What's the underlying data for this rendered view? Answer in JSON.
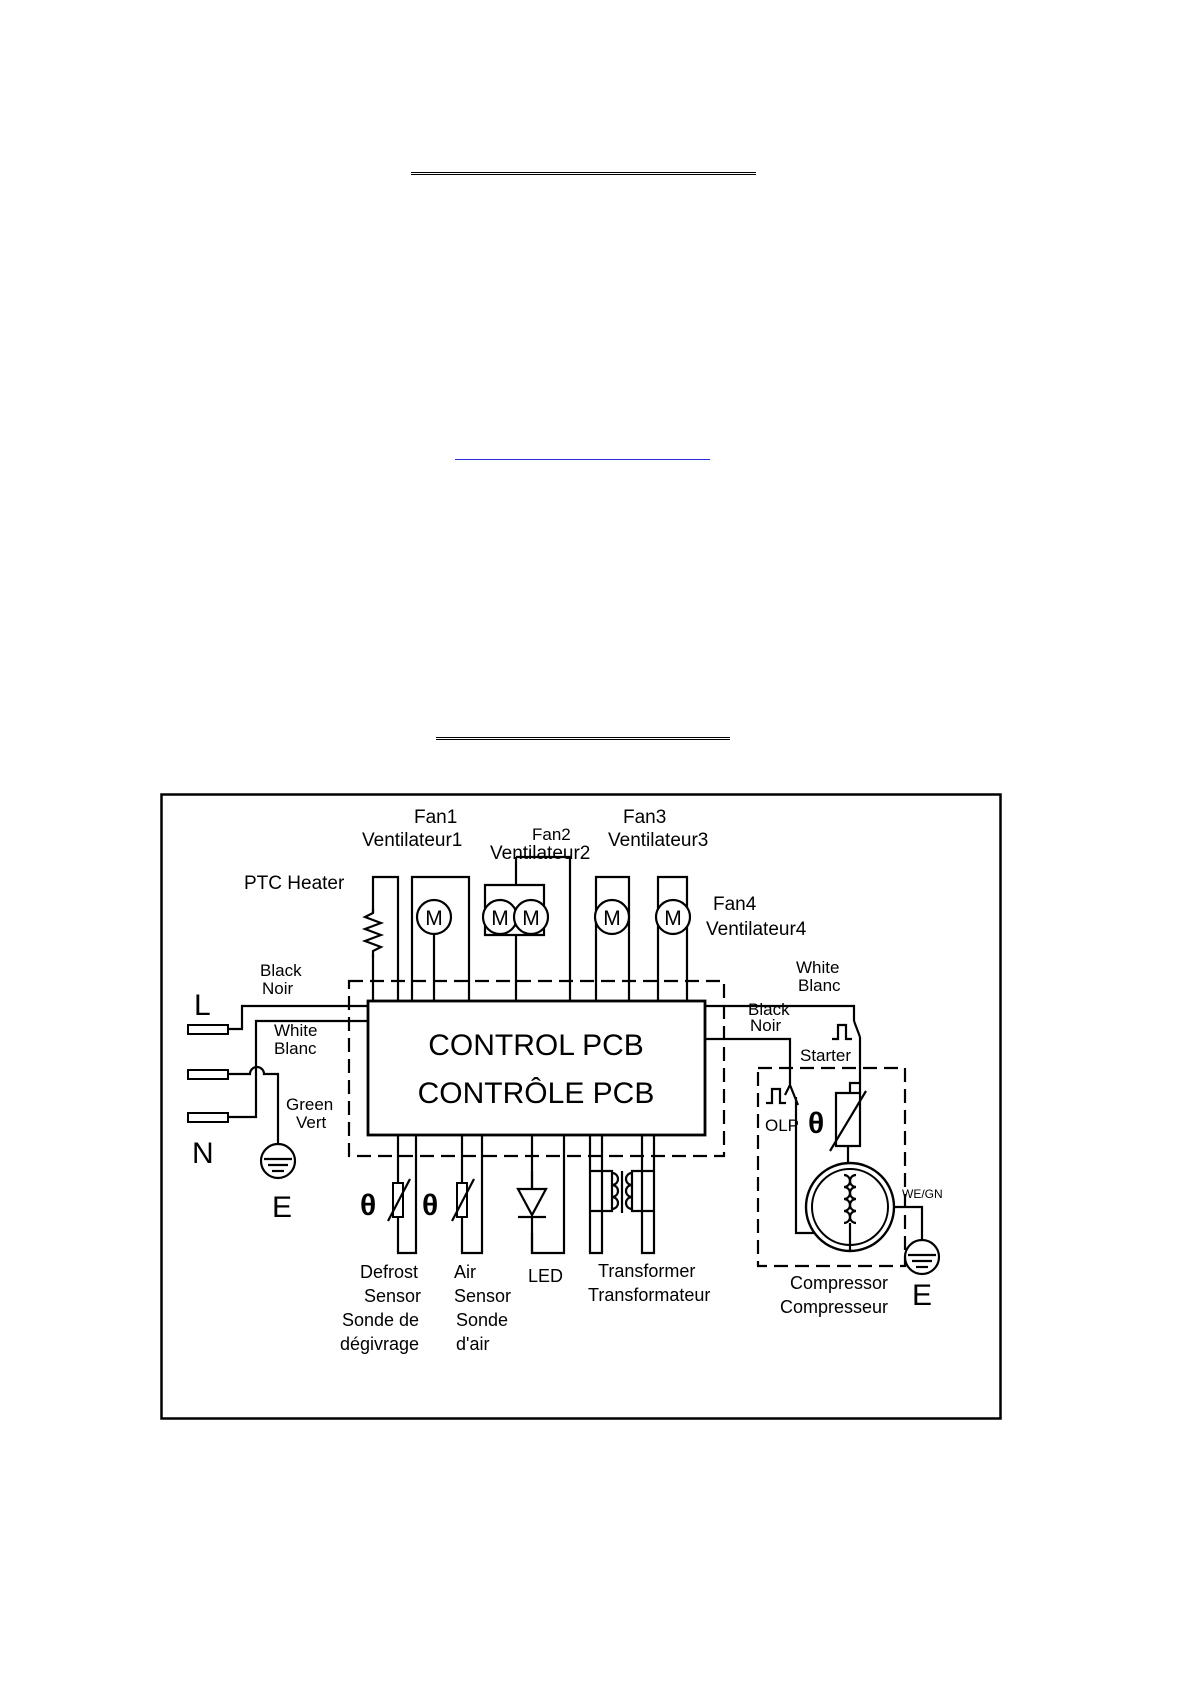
{
  "diagram": {
    "labels": {
      "fan1": "Fan1",
      "ventilateur1": "Ventilateur1",
      "fan2": "Fan2",
      "ventilateur2": "Ventilateur2",
      "fan3": "Fan3",
      "ventilateur3": "Ventilateur3",
      "fan4": "Fan4",
      "ventilateur4": "Ventilateur4",
      "ptc_heater": "PTC Heater",
      "motor": "M",
      "line": "L",
      "neutral": "N",
      "earth": "E",
      "black": "Black",
      "noir": "Noir",
      "white": "White",
      "blanc": "Blanc",
      "green": "Green",
      "vert": "Vert",
      "pcb_en": "CONTROL PCB",
      "pcb_fr": "CONTRÔLE PCB",
      "black_right": "Black",
      "noir_right": "Noir",
      "white_right": "White",
      "blanc_right": "Blanc",
      "starter": "Starter",
      "olp": "OLP",
      "theta": "θ",
      "we_gn": "WE/GN",
      "earth_right": "E",
      "defrost_sensor_1": "Defrost",
      "defrost_sensor_2": "Sensor",
      "defrost_sensor_3": "Sonde de",
      "defrost_sensor_4": "dégivrage",
      "air_sensor_1": "Air",
      "air_sensor_2": "Sensor",
      "air_sensor_3": "Sonde",
      "air_sensor_4": "d'air",
      "led": "LED",
      "transformer_1": "Transformer",
      "transformer_2": "Transformateur",
      "compressor_1": "Compressor",
      "compressor_2": "Compresseur"
    }
  }
}
